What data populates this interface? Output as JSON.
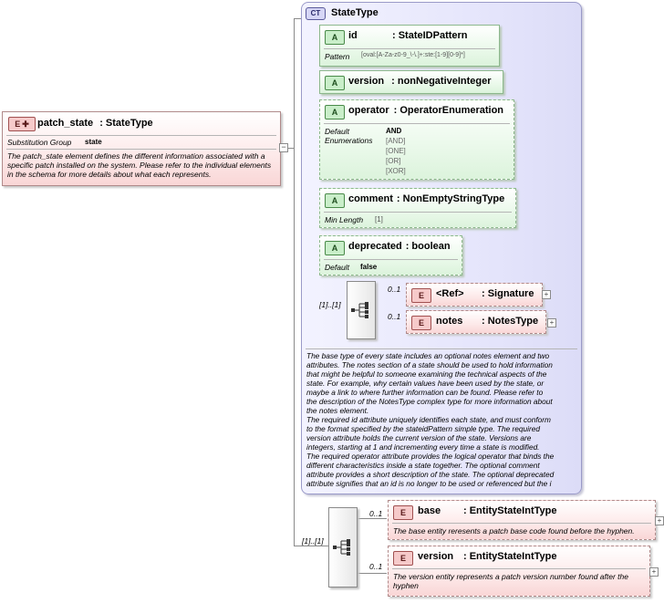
{
  "patch_state": {
    "badge": "E",
    "name": "patch_state",
    "type": ": StateType",
    "substitution_group_label": "Substitution Group",
    "substitution_group_value": "state",
    "description": "The patch_state element defines the different information associated with a specific patch installed on the system. Please refer to the individual elements in the schema for more details about what each represents."
  },
  "state_type": {
    "badge": "CT",
    "name": "StateType",
    "attributes": {
      "id": {
        "badge": "A",
        "name": "id",
        "type": ": StateIDPattern",
        "pattern_label": "Pattern",
        "pattern_value": "[oval:[A-Za-z0-9_\\-\\.]+:ste:[1-9][0-9]*]"
      },
      "version": {
        "badge": "A",
        "name": "version",
        "type": ": nonNegativeInteger"
      },
      "operator": {
        "badge": "A",
        "name": "operator",
        "type": ": OperatorEnumeration",
        "default_label": "Default",
        "default_value": "AND",
        "enumerations_label": "Enumerations",
        "enumerations": [
          "[AND]",
          "[ONE]",
          "[OR]",
          "[XOR]"
        ]
      },
      "comment": {
        "badge": "A",
        "name": "comment",
        "type": ": NonEmptyStringType",
        "min_length_label": "Min Length",
        "min_length_value": "[1]"
      },
      "deprecated": {
        "badge": "A",
        "name": "deprecated",
        "type": ": boolean",
        "default_label": "Default",
        "default_value": "false"
      }
    },
    "sequence_cardinality": "[1]..[1]",
    "children": [
      {
        "badge": "E",
        "name": "<Ref>",
        "type": ": Signature",
        "cardinality": "0..1"
      },
      {
        "badge": "E",
        "name": "notes",
        "type": ": NotesType",
        "cardinality": "0..1"
      }
    ],
    "description_lines": [
      "The base type of every state includes an optional notes element and two",
      "attributes. The notes section of a state should be used to hold information",
      "that might be helpful to someone examining the technical aspects of the",
      "state. For example, why certain values have been used by the state, or",
      "maybe a link to where further information can be found. Please refer to",
      "the description of the NotesType complex type for more information about",
      "the notes element.",
      "The required id attribute uniquely identifies each state, and must conform",
      "to the format specified by the stateidPattern simple type. The required",
      "version attribute holds the current version of the state. Versions are",
      "integers, starting at 1 and incrementing every time a state is modified.",
      "The required operator attribute provides the logical operator that binds the",
      "different characteristics inside a state together. The optional comment",
      "attribute provides a short description of the state. The optional deprecated",
      "attribute signifies that an id is no longer to be used or referenced but the i"
    ]
  },
  "patch_sequence": {
    "cardinality": "[1]..[1]",
    "children": [
      {
        "badge": "E",
        "name": "base",
        "type": ": EntityStateIntType",
        "cardinality": "0..1",
        "description": "The base entity reresents a patch base code found before the hyphen."
      },
      {
        "badge": "E",
        "name": "version",
        "type": ": EntityStateIntType",
        "cardinality": "0..1",
        "description": "The version entity represents a patch version number found after the hyphen"
      }
    ]
  },
  "icons": {
    "expand": "+",
    "collapse": "−",
    "sequence": "sequence-compositor-icon",
    "element_ref": "element-badge-icon"
  }
}
